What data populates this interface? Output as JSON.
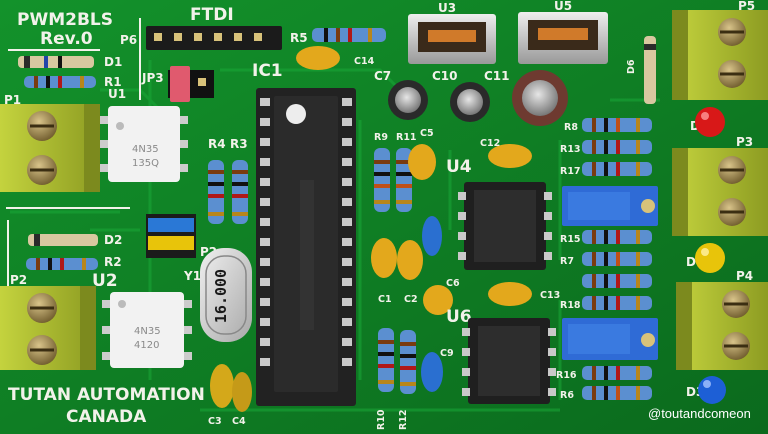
{
  "board": {
    "title": "PWM2BLS",
    "revision": "Rev.0",
    "maker_line1": "TUTAN AUTOMATION",
    "maker_line2": "CANADA",
    "ftdi_label": "FTDI",
    "watermark": "@toutandcomeon"
  },
  "components": {
    "ic1": "IC1",
    "u1": "U1",
    "u2": "U2",
    "u3": "U3",
    "u4": "U4",
    "u5": "U5",
    "u6": "U6",
    "p1": "P1",
    "p2": "P2",
    "p3": "P3",
    "p4": "P4",
    "p5": "P5",
    "p6": "P6",
    "jp3": "JP3",
    "y1": "Y1",
    "d1": "D1",
    "d2": "D2",
    "d3": "D3",
    "d4": "D4",
    "d5": "D5",
    "d6": "D6",
    "r1": "R1",
    "r2": "R2",
    "r3": "R3",
    "r4": "R4",
    "r5": "R5",
    "r6": "R6",
    "r7": "R7",
    "r8": "R8",
    "r9": "R9",
    "r10": "R10",
    "r11": "R11",
    "r12": "R12",
    "r13": "R13",
    "r15": "R15",
    "r16": "R16",
    "r17": "R17",
    "r18": "R18",
    "c1": "C1",
    "c2": "C2",
    "c3": "C3",
    "c4": "C4",
    "c5": "C5",
    "c6": "C6",
    "c7": "C7",
    "c9": "C9",
    "c10": "C10",
    "c11": "C11",
    "c12": "C12",
    "c13": "C13",
    "c14": "C14"
  },
  "markings": {
    "crystal": "16.000",
    "opto1_line1": "4N35",
    "opto1_line2": "135Q",
    "opto2_line1": "4N35",
    "opto2_line2": "4120"
  },
  "colors": {
    "pcb_green": "#0f7a22",
    "terminal_green": "#a6b82a",
    "led_red": "#d81818",
    "led_yellow": "#e8c40a",
    "led_blue": "#1d5fd6",
    "capacitor_yellow": "#e3a81c",
    "capacitor_blue": "#2a6fd0",
    "trimmer_blue": "#2f6bd6"
  }
}
